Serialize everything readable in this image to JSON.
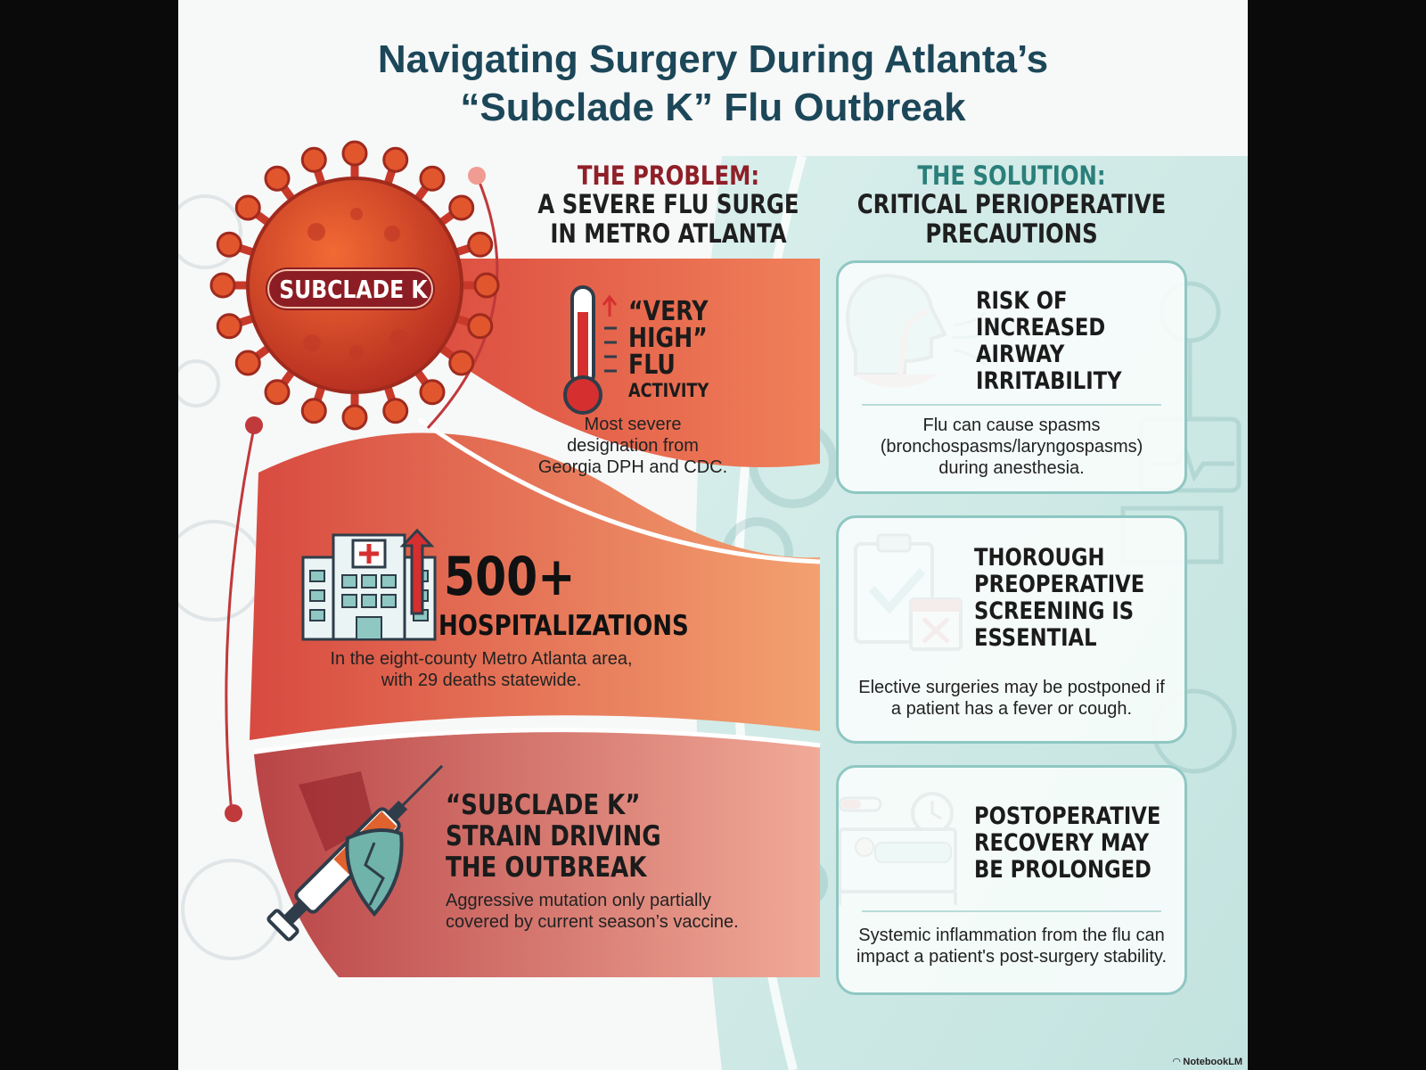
{
  "title": {
    "line1": "Navigating Surgery During Atlanta’s",
    "line2": "“Subclade K” Flu Outbreak"
  },
  "problem": {
    "heading_label": "THE PROBLEM:",
    "heading_line1": "A SEVERE FLU SURGE",
    "heading_line2": "IN METRO ATLANTA",
    "virus_label": "SUBCLADE K",
    "stats": [
      {
        "icon": "thermometer-icon",
        "lines": [
          "“VERY",
          "HIGH”",
          "FLU"
        ],
        "sub": "ACTIVITY",
        "desc": [
          "Most severe",
          "designation from",
          "Georgia DPH and CDC."
        ]
      },
      {
        "icon": "hospital-icon",
        "value": "500+",
        "label": "HOSPITALIZATIONS",
        "desc": [
          "In the eight-county Metro Atlanta area,",
          "with 29 deaths statewide."
        ]
      },
      {
        "icon": "syringe-shield-icon",
        "lines": [
          "“SUBCLADE K”",
          "STRAIN DRIVING",
          "THE OUTBREAK"
        ],
        "desc": [
          "Aggressive mutation only partially",
          "covered by current season’s vaccine."
        ]
      }
    ]
  },
  "solution": {
    "heading_label": "THE SOLUTION:",
    "heading_line1": "CRITICAL PERIOPERATIVE",
    "heading_line2": "PRECAUTIONS",
    "cards": [
      {
        "icon": "airway-head-icon",
        "lines": [
          "RISK OF",
          "INCREASED",
          "AIRWAY",
          "IRRITABILITY"
        ],
        "desc": [
          "Flu can cause spasms",
          "(bronchospasms/laryngospasms)",
          "during anesthesia."
        ]
      },
      {
        "icon": "clipboard-calendar-icon",
        "lines": [
          "THOROUGH",
          "PREOPERATIVE",
          "SCREENING IS",
          "ESSENTIAL"
        ],
        "desc": [
          "Elective surgeries may be postponed if",
          "a patient has a fever or cough."
        ]
      },
      {
        "icon": "hospital-bed-clock-icon",
        "lines": [
          "POSTOPERATIVE",
          "RECOVERY MAY",
          "BE PROLONGED"
        ],
        "desc": [
          "Systemic inflammation from the flu can",
          "impact a patient's post-surgery stability."
        ]
      }
    ]
  },
  "watermark": "NotebookLM",
  "colors": {
    "title": "#1c4759",
    "problem_accent": "#8f1f28",
    "solution_accent": "#2b7f7a",
    "card_border": "#8fc7c2"
  }
}
